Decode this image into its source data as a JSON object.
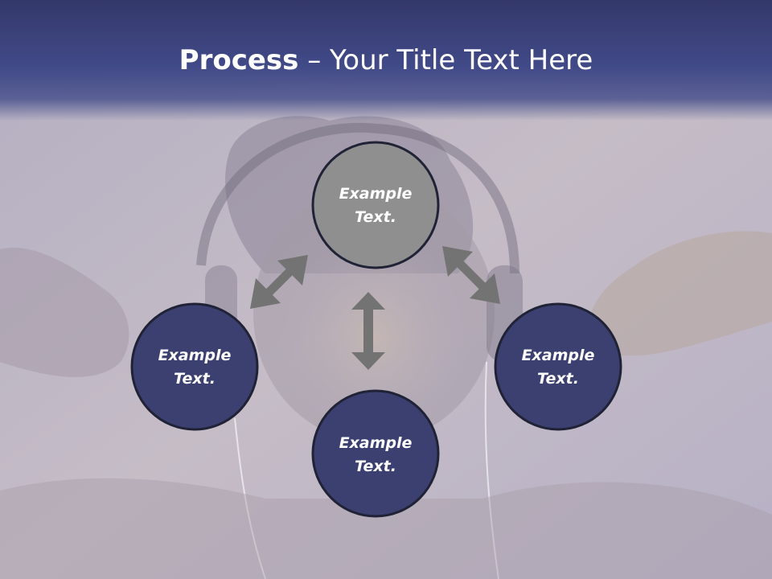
{
  "slide": {
    "title_bold": "Process",
    "title_separator": " – ",
    "title_rest": "Your Title Text Here"
  },
  "colors": {
    "band": "#414a88",
    "node_fill": "#3b4070",
    "node_center_fill": "#8f8f8f",
    "node_stroke": "#202236",
    "arrow": "#737373"
  },
  "nodes": [
    {
      "id": "top",
      "line1": "Example",
      "line2": "Text."
    },
    {
      "id": "left",
      "line1": "Example",
      "line2": "Text."
    },
    {
      "id": "right",
      "line1": "Example",
      "line2": "Text."
    },
    {
      "id": "bottom",
      "line1": "Example",
      "line2": "Text."
    }
  ],
  "arrows": [
    {
      "id": "top-left",
      "type": "double-headed"
    },
    {
      "id": "top-right",
      "type": "double-headed"
    },
    {
      "id": "center-vertical",
      "type": "double-headed"
    }
  ]
}
